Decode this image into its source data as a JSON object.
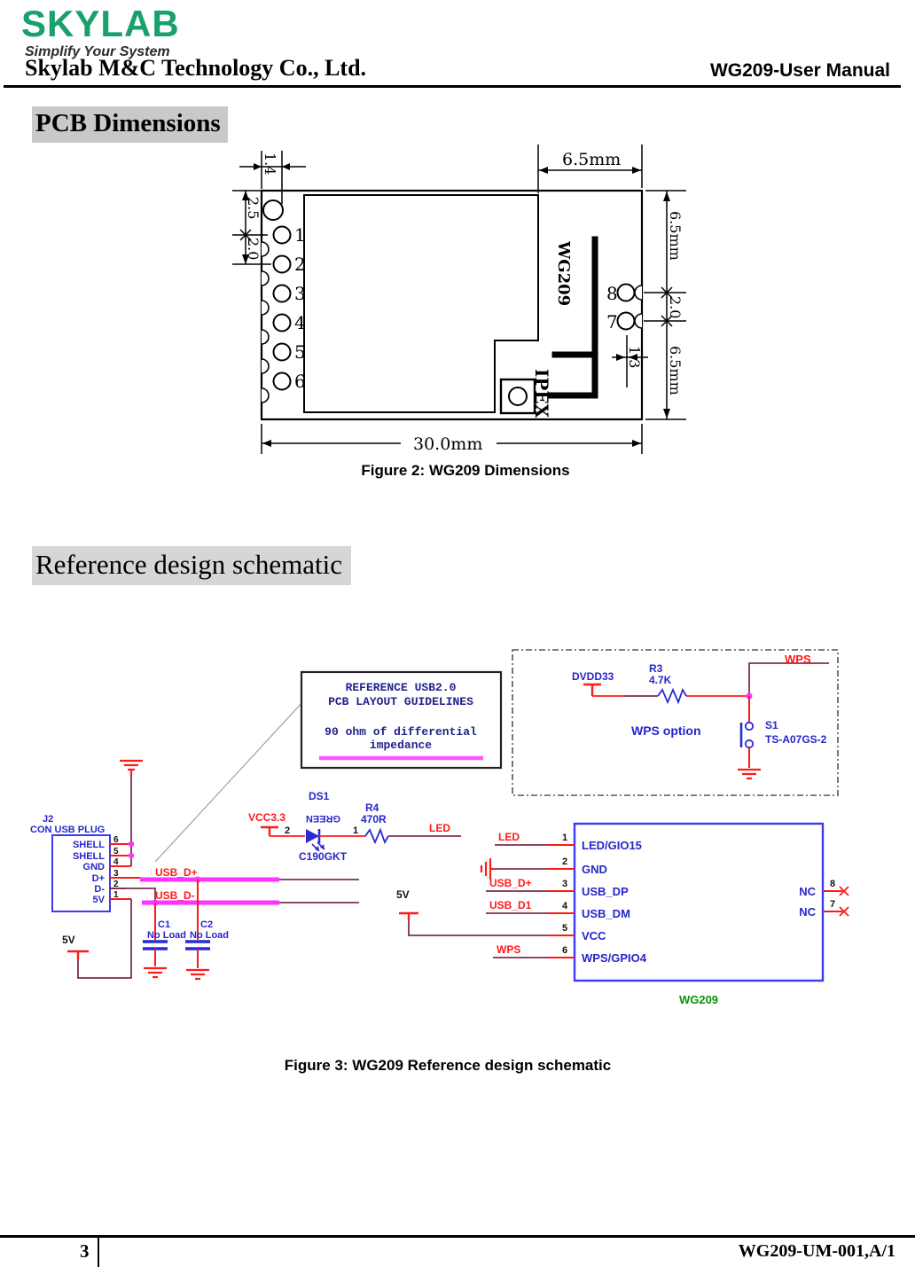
{
  "page": {
    "logo": {
      "brand": "SKYLAB",
      "tagline": "Simplify Your System"
    },
    "header": {
      "company": "Skylab M&C Technology Co., Ltd.",
      "manual": "WG209-User Manual"
    },
    "footer": {
      "page_number": "3",
      "doc_number": "WG209-UM-001,A/1"
    }
  },
  "sections": {
    "pcb_heading": "PCB Dimensions",
    "fig2_caption": "Figure 2: WG209 Dimensions",
    "ref_heading": "Reference design schematic",
    "fig3_caption": "Figure 3: WG209 Reference design schematic"
  },
  "figure2": {
    "module_label": "WG209",
    "ipex_label": "IPEX",
    "pins_left": [
      "1",
      "2",
      "3",
      "4",
      "5",
      "6"
    ],
    "pin8": "8",
    "pin7": "7",
    "dim_14": "1.4",
    "dim_25": "2.5",
    "dim_20_left": "2.0",
    "dim_65_top": "6.5mm",
    "dim_65_right_upper": "6.5mm",
    "dim_20_right": "2.0",
    "dim_65_right_lower": "6.5mm",
    "dim_13": "1.3",
    "dim_300": "30.0mm"
  },
  "figure3": {
    "refbox": {
      "line1": "REFERENCE USB2.0",
      "line2": "PCB LAYOUT GUIDELINES",
      "line3": "90 ohm of differential",
      "line4": "impedance"
    },
    "wps": {
      "net": "WPS",
      "dvdd": "DVDD33",
      "r3": "R3",
      "r3_value": "4.7K",
      "caption": "WPS option",
      "s1": "S1",
      "s1_part": "TS-A07GS-2"
    },
    "j2": {
      "ref": "J2",
      "part": "CON USB PLUG",
      "pins": [
        "SHELL",
        "SHELL",
        "GND",
        "D+",
        "D-",
        "5V"
      ],
      "nums": [
        "6",
        "5",
        "4",
        "3",
        "2",
        "1"
      ]
    },
    "nets": {
      "usb_dp": "USB_D+",
      "usb_dm": "USB_D-",
      "v5_left": "5V",
      "v5_mid": "5V",
      "led": "LED",
      "wps": "WPS",
      "usb_dp2": "USB_D+",
      "usb_d1": "USB_D1"
    },
    "caps": {
      "c1": "C1",
      "c1_value": "No Load",
      "c2": "C2",
      "c2_value": "No Load"
    },
    "led": {
      "vcc": "VCC3.3",
      "n2": "2",
      "ds1": "DS1",
      "green": "GREEN",
      "part": "C190GKT",
      "n1": "1",
      "r4": "R4",
      "r4_value": "470R",
      "net": "LED"
    },
    "mod": {
      "name": "WG209",
      "pins_left": [
        {
          "n": "1",
          "l": "LED/GIO15"
        },
        {
          "n": "2",
          "l": "GND"
        },
        {
          "n": "3",
          "l": "USB_DP"
        },
        {
          "n": "4",
          "l": "USB_DM"
        },
        {
          "n": "5",
          "l": "VCC"
        },
        {
          "n": "6",
          "l": "WPS/GPIO4"
        }
      ],
      "pins_right": [
        {
          "n": "8",
          "l": "NC"
        },
        {
          "n": "7",
          "l": "NC"
        }
      ]
    }
  },
  "colors": {
    "logo_green": "#1aa06a",
    "wire_maroon": "#7c3051",
    "wire_red": "#ff1a1a",
    "component_blue": "#2a2ad4",
    "junction_magenta": "#ff33ff",
    "module_green": "#089408",
    "refbox_navy": "#222288",
    "highlight_gray": "#c9c9c9"
  }
}
